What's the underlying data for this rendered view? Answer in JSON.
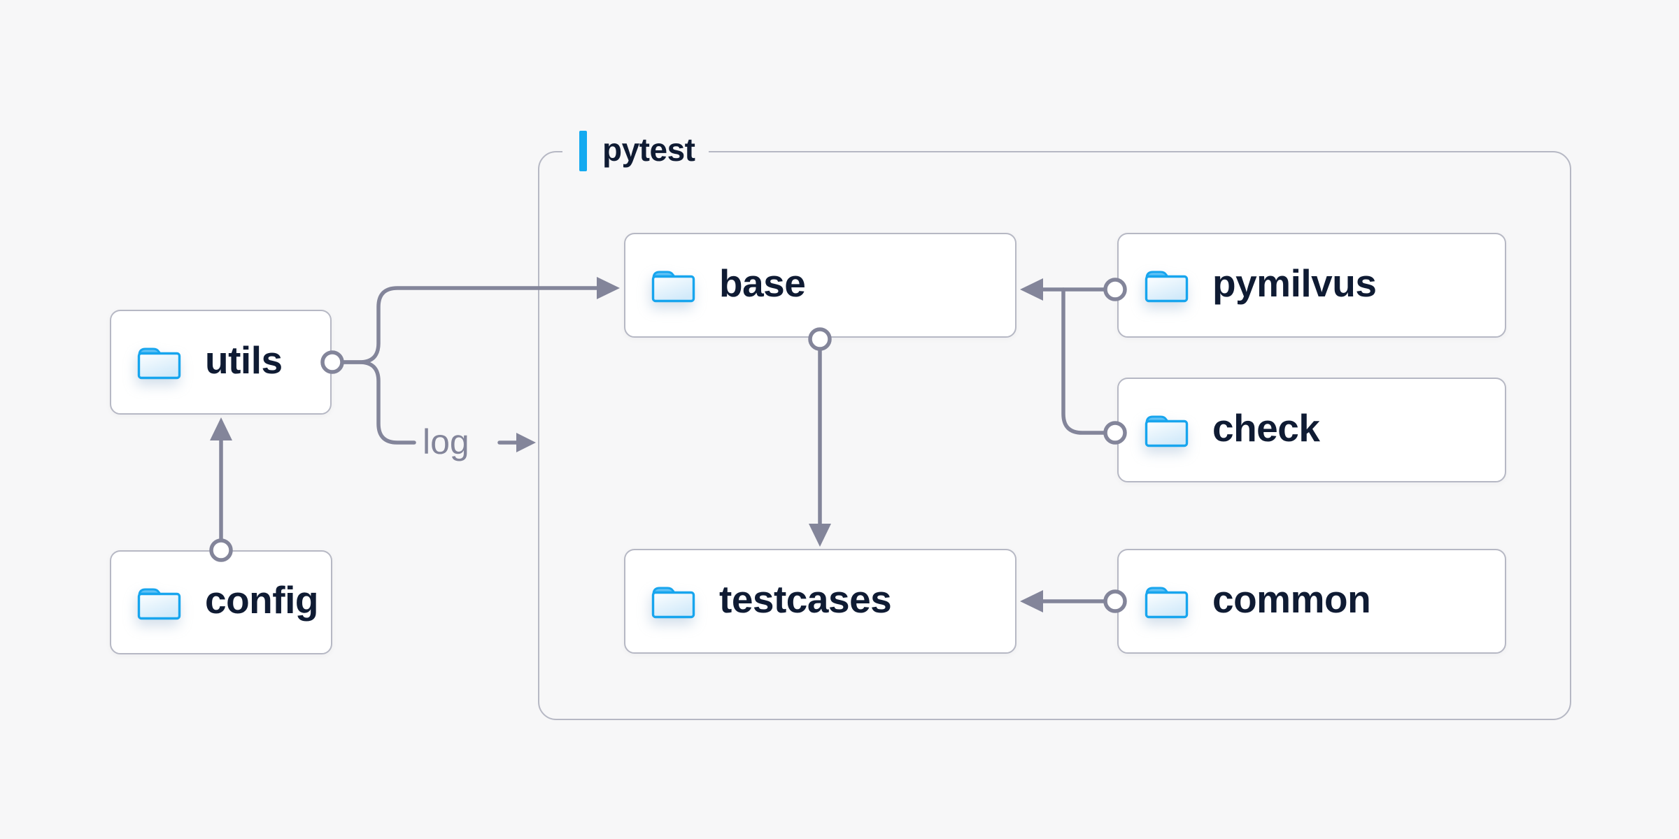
{
  "diagram": {
    "background_color": "#f7f7f8",
    "group": {
      "label": "pytest",
      "accent_color": "#14aaf0",
      "border_color": "#b6b8c4"
    },
    "nodes": [
      {
        "id": "utils",
        "label": "utils",
        "icon": "folder-icon",
        "inside_group": false
      },
      {
        "id": "config",
        "label": "config",
        "icon": "folder-icon",
        "inside_group": false
      },
      {
        "id": "base",
        "label": "base",
        "icon": "folder-icon",
        "inside_group": true
      },
      {
        "id": "pymilvus",
        "label": "pymilvus",
        "icon": "folder-icon",
        "inside_group": true
      },
      {
        "id": "check",
        "label": "check",
        "icon": "folder-icon",
        "inside_group": true
      },
      {
        "id": "testcases",
        "label": "testcases",
        "icon": "folder-icon",
        "inside_group": true
      },
      {
        "id": "common",
        "label": "common",
        "icon": "folder-icon",
        "inside_group": true
      }
    ],
    "edges": [
      {
        "from": "utils",
        "to": "base",
        "label": ""
      },
      {
        "from": "utils",
        "to": "log",
        "label": "log"
      },
      {
        "from": "config",
        "to": "utils",
        "label": ""
      },
      {
        "from": "base",
        "to": "testcases",
        "label": ""
      },
      {
        "from": "pymilvus",
        "to": "base",
        "label": ""
      },
      {
        "from": "check",
        "to": "base",
        "label": ""
      },
      {
        "from": "common",
        "to": "testcases",
        "label": ""
      }
    ],
    "log_label": "log",
    "colors": {
      "node_background": "#ffffff",
      "node_border": "#b6b8c4",
      "connector": "#83859a",
      "node_text": "#0f1b33",
      "edge_label_text": "#83859a",
      "folder_stroke": "#17a5ee",
      "folder_tab_top": "#7ccbf7",
      "folder_tab_bottom": "#2aaef1",
      "folder_fill_top": "#fcfeff",
      "folder_fill_bottom": "#d2eafa"
    }
  }
}
